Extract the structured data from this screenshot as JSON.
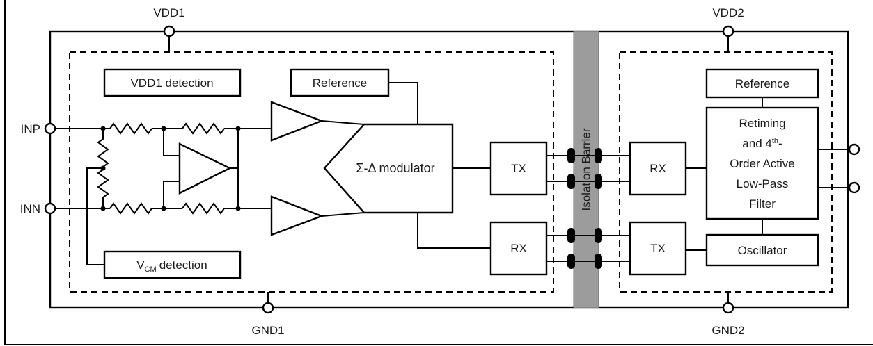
{
  "figure": {
    "pins": {
      "vdd1": {
        "label": "VDD1"
      },
      "vdd2": {
        "label": "VDD2"
      },
      "gnd1": {
        "label": "GND1"
      },
      "gnd2": {
        "label": "GND2"
      },
      "inp": {
        "label": "INP"
      },
      "inn": {
        "label": "INN"
      }
    },
    "blocks": {
      "vdd1_detection": {
        "label": "VDD1 detection"
      },
      "reference_left": {
        "label": "Reference"
      },
      "modulator": {
        "label": "Σ-Δ modulator"
      },
      "tx_left": {
        "label": "TX"
      },
      "rx_left": {
        "label": "RX"
      },
      "isolation_barrier": {
        "label": "Isolation Barrier"
      },
      "rx_right": {
        "label": "RX"
      },
      "tx_right": {
        "label": "TX"
      },
      "reference_right": {
        "label": "Reference"
      },
      "lpf": {
        "line1": "Retiming",
        "line2_pre": "and 4",
        "line2_sup": "th",
        "line2_post": "-",
        "line3": "Order Active",
        "line4": "Low-Pass",
        "line5": "Filter"
      },
      "oscillator": {
        "label": "Oscillator"
      },
      "vcm_detection": {
        "prefix": "V",
        "sub": "CM",
        "suffix": "detection"
      }
    },
    "colors": {
      "barrier_fill": "#9c9c9c",
      "barrier_stroke": "#6f6f6f",
      "stroke": "#000000",
      "background": "#ffffff"
    }
  }
}
